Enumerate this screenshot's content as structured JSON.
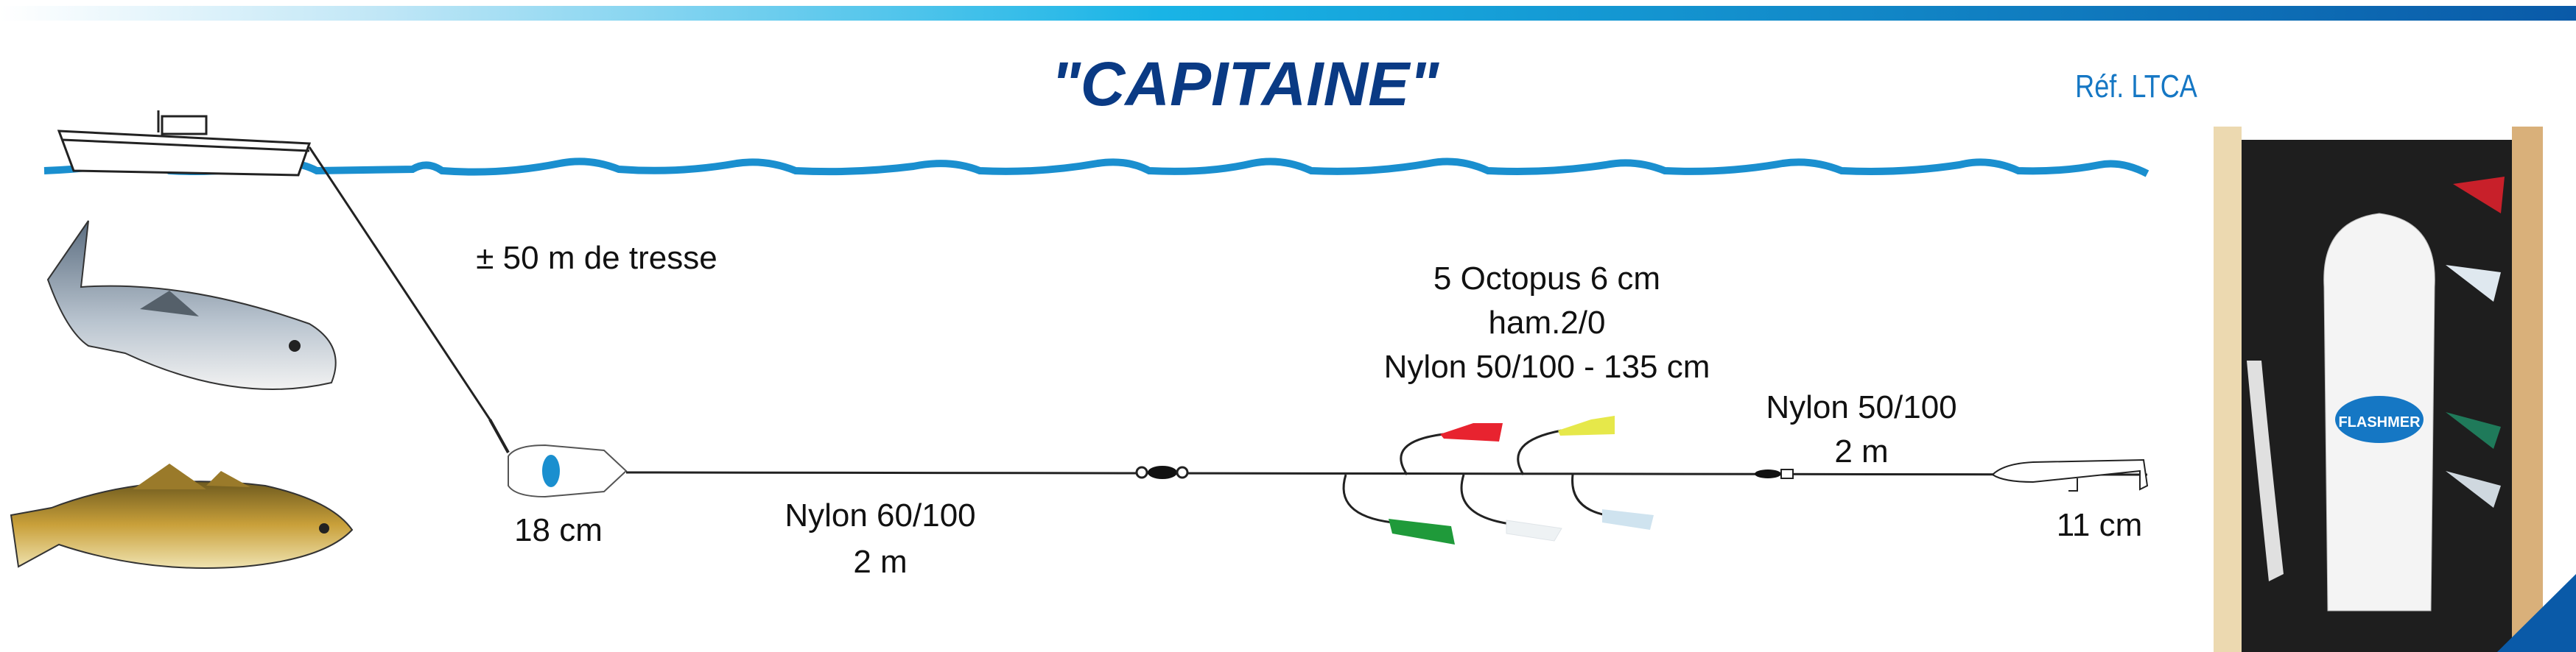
{
  "header": {
    "title": "\"CAPITAINE\"",
    "reference": "Réf. LTCA"
  },
  "labels": {
    "braid": "± 50 m de tresse",
    "float_size": "18 cm",
    "main_line": "Nylon 60/100",
    "main_line_length": "2 m",
    "octopus_line1": "5 Octopus 6 cm",
    "octopus_line2": "ham.2/0",
    "octopus_line3": "Nylon 50/100 - 135 cm",
    "leader": "Nylon 50/100",
    "leader_length": "2 m",
    "lure_size": "11 cm"
  },
  "product": {
    "brand": "FLASHMER"
  },
  "colors": {
    "title": "#0a3a84",
    "reference": "#1577c4",
    "water": "#1a8fcf",
    "bar_start": "#19b4e6",
    "bar_end": "#0a5aa8",
    "octopus": [
      "#e8232f",
      "#e6e84a",
      "#1f9a3a",
      "#eef2f4",
      "#cfe3ef"
    ]
  }
}
